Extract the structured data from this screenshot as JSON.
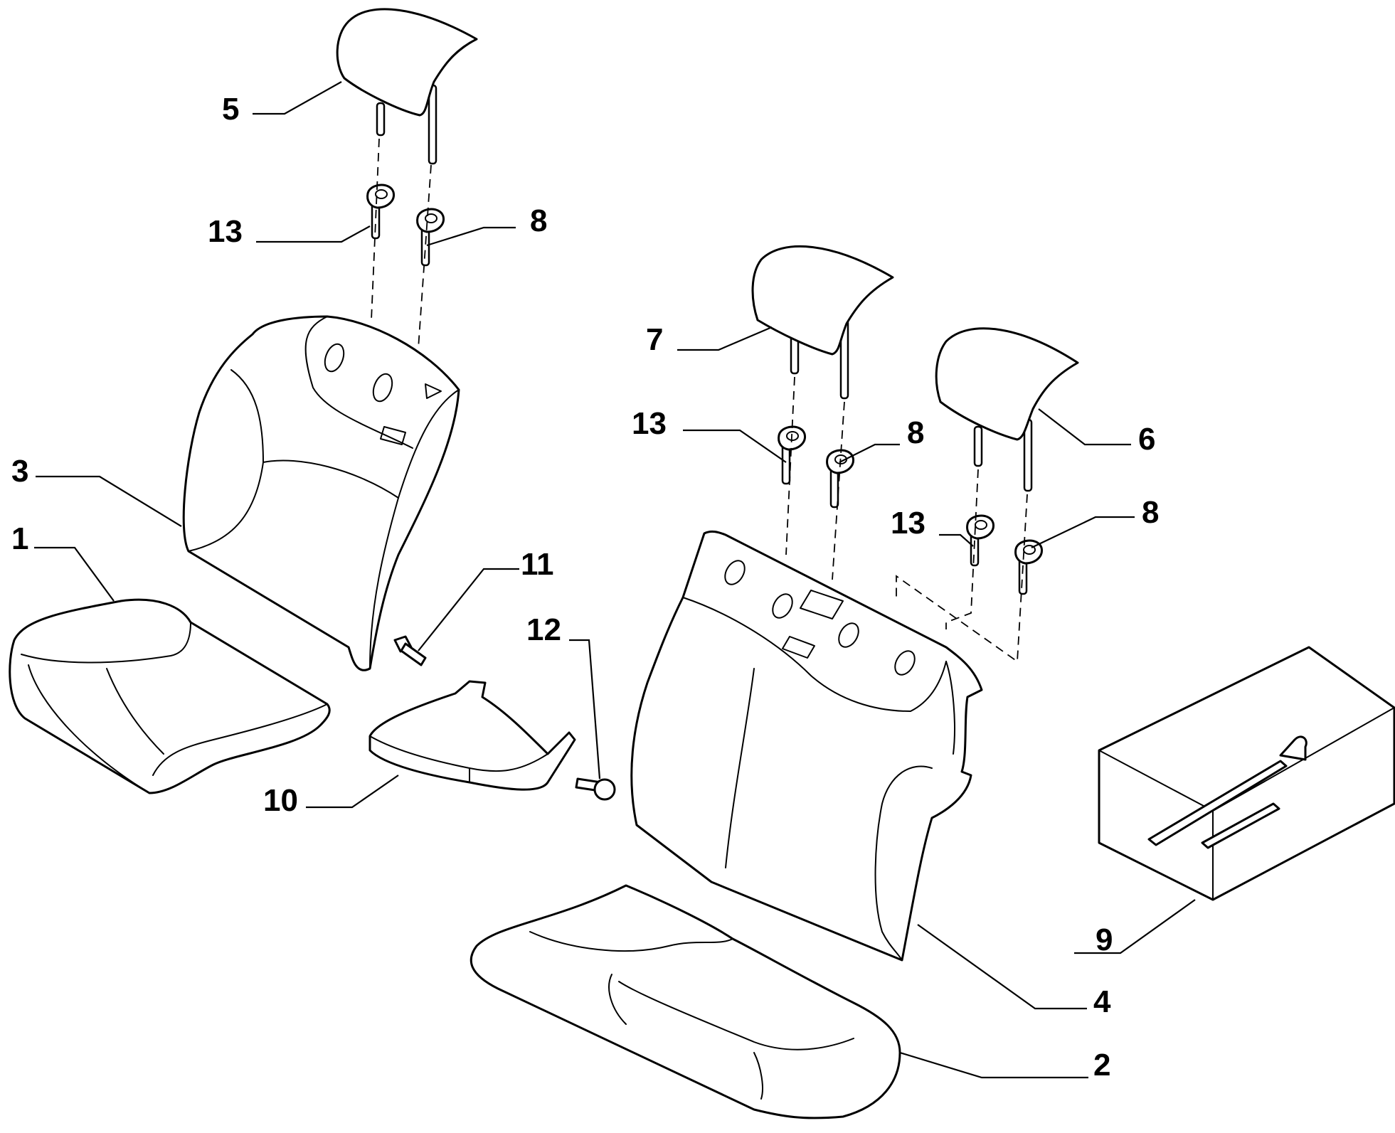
{
  "diagram": {
    "callouts": [
      {
        "id": "c1",
        "label": "1"
      },
      {
        "id": "c2",
        "label": "2"
      },
      {
        "id": "c3",
        "label": "3"
      },
      {
        "id": "c4",
        "label": "4"
      },
      {
        "id": "c5",
        "label": "5"
      },
      {
        "id": "c6",
        "label": "6"
      },
      {
        "id": "c7",
        "label": "7"
      },
      {
        "id": "c8a",
        "label": "8"
      },
      {
        "id": "c8b",
        "label": "8"
      },
      {
        "id": "c8c",
        "label": "8"
      },
      {
        "id": "c9",
        "label": "9"
      },
      {
        "id": "c10",
        "label": "10"
      },
      {
        "id": "c11",
        "label": "11"
      },
      {
        "id": "c12",
        "label": "12"
      },
      {
        "id": "c13a",
        "label": "13"
      },
      {
        "id": "c13b",
        "label": "13"
      },
      {
        "id": "c13c",
        "label": "13"
      }
    ]
  }
}
